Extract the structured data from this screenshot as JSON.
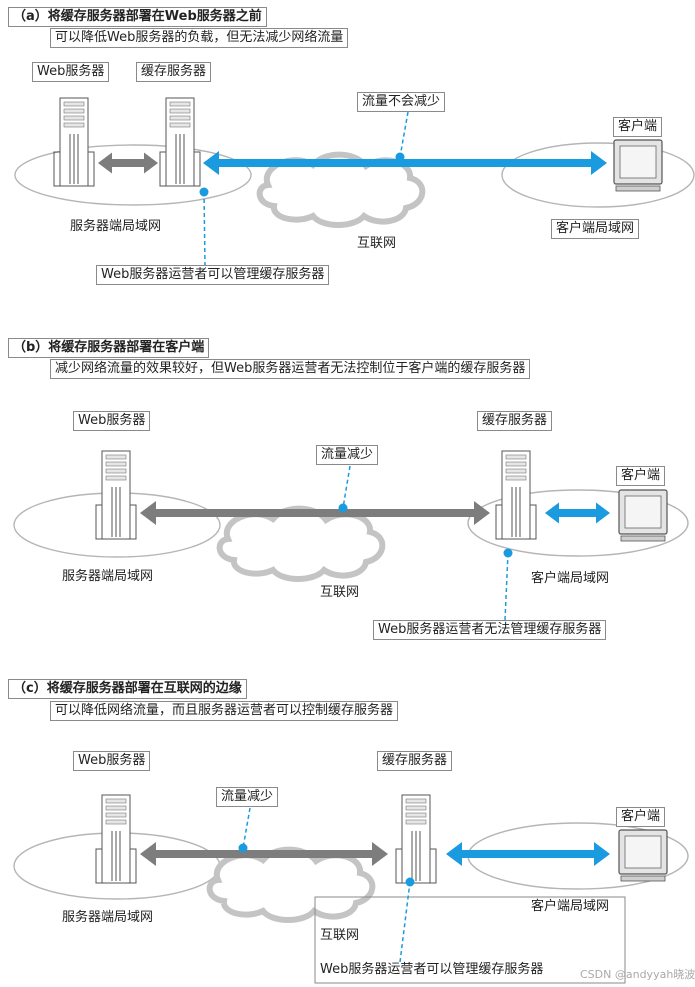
{
  "section_a": {
    "title": "（a）将缓存服务器部署在Web服务器之前",
    "subtitle": "可以降低Web服务器的负载，但无法减少网络流量",
    "web_server": "Web服务器",
    "cache_server": "缓存服务器",
    "traffic_note": "流量不会减少",
    "client": "客户端",
    "server_lan": "服务器端局域网",
    "internet": "互联网",
    "client_lan": "客户端局域网",
    "mgmt_note": "Web服务器运营者可以管理缓存服务器"
  },
  "section_b": {
    "title": "（b）将缓存服务器部署在客户端",
    "subtitle": "减少网络流量的效果较好，但Web服务器运营者无法控制位于客户端的缓存服务器",
    "web_server": "Web服务器",
    "cache_server": "缓存服务器",
    "traffic_note": "流量减少",
    "client": "客户端",
    "server_lan": "服务器端局域网",
    "internet": "互联网",
    "client_lan": "客户端局域网",
    "mgmt_note": "Web服务器运营者无法管理缓存服务器"
  },
  "section_c": {
    "title": "（c）将缓存服务器部署在互联网的边缘",
    "subtitle": "可以降低网络流量，而且服务器运营者可以控制缓存服务器",
    "web_server": "Web服务器",
    "cache_server": "缓存服务器",
    "traffic_note": "流量减少",
    "client": "客户端",
    "server_lan": "服务器端局域网",
    "internet": "互联网",
    "client_lan": "客户端局域网",
    "mgmt_note": "Web服务器运营者可以管理缓存服务器"
  },
  "watermark": "CSDN @andyyah晓波",
  "colors": {
    "blue_arrow": "#1a9be0",
    "gray_arrow": "#7d7d7d",
    "outline": "#b5b5b5"
  }
}
